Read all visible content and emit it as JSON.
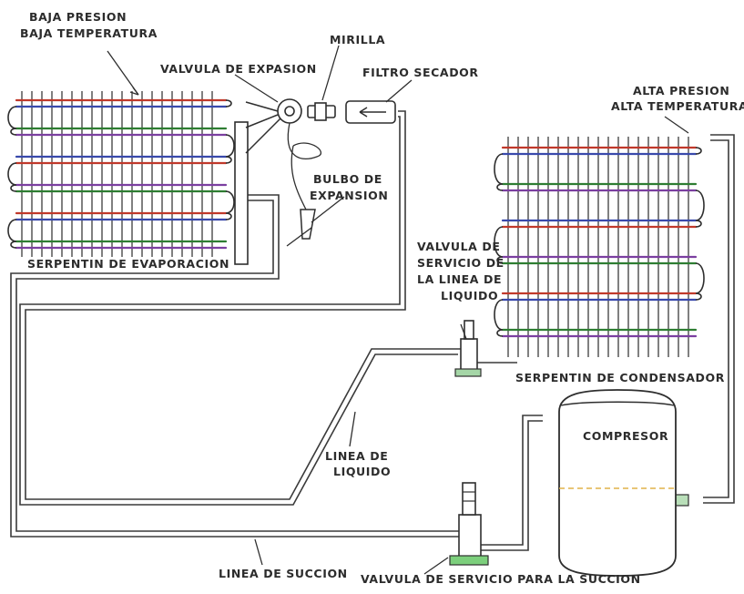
{
  "labels": {
    "low_pressure": "BAJA PRESION",
    "low_temperature": "BAJA TEMPERATURA",
    "expansion_valve": "VALVULA DE EXPASION",
    "sight_glass": "MIRILLA",
    "filter_drier": "FILTRO SECADOR",
    "high_pressure": "ALTA PRESION",
    "high_temperature": "ALTA TEMPERATURA",
    "expansion_bulb_1": "BULBO DE",
    "expansion_bulb_2": "EXPANSION",
    "evaporator_coil": "SERPENTIN DE EVAPORACION",
    "liquid_valve_1": "VALVULA DE",
    "liquid_valve_2": "SERVICIO DE",
    "liquid_valve_3": "LA LINEA DE",
    "liquid_valve_4": "LIQUIDO",
    "condenser_coil": "SERPENTIN DE CONDENSADOR",
    "compressor": "COMPRESOR",
    "liquid_line_1": "LINEA DE",
    "liquid_line_2": "LIQUIDO",
    "suction_line": "LINEA DE SUCCION",
    "suction_valve": "VALVULA DE SERVICIO PARA LA SUCCION"
  },
  "colors": {
    "coil_a": "#c0392b",
    "coil_b": "#2e7d32",
    "coil_c": "#3949ab",
    "coil_d": "#7b3fa0",
    "line": "#333333",
    "valve_base": "#4caf50"
  }
}
